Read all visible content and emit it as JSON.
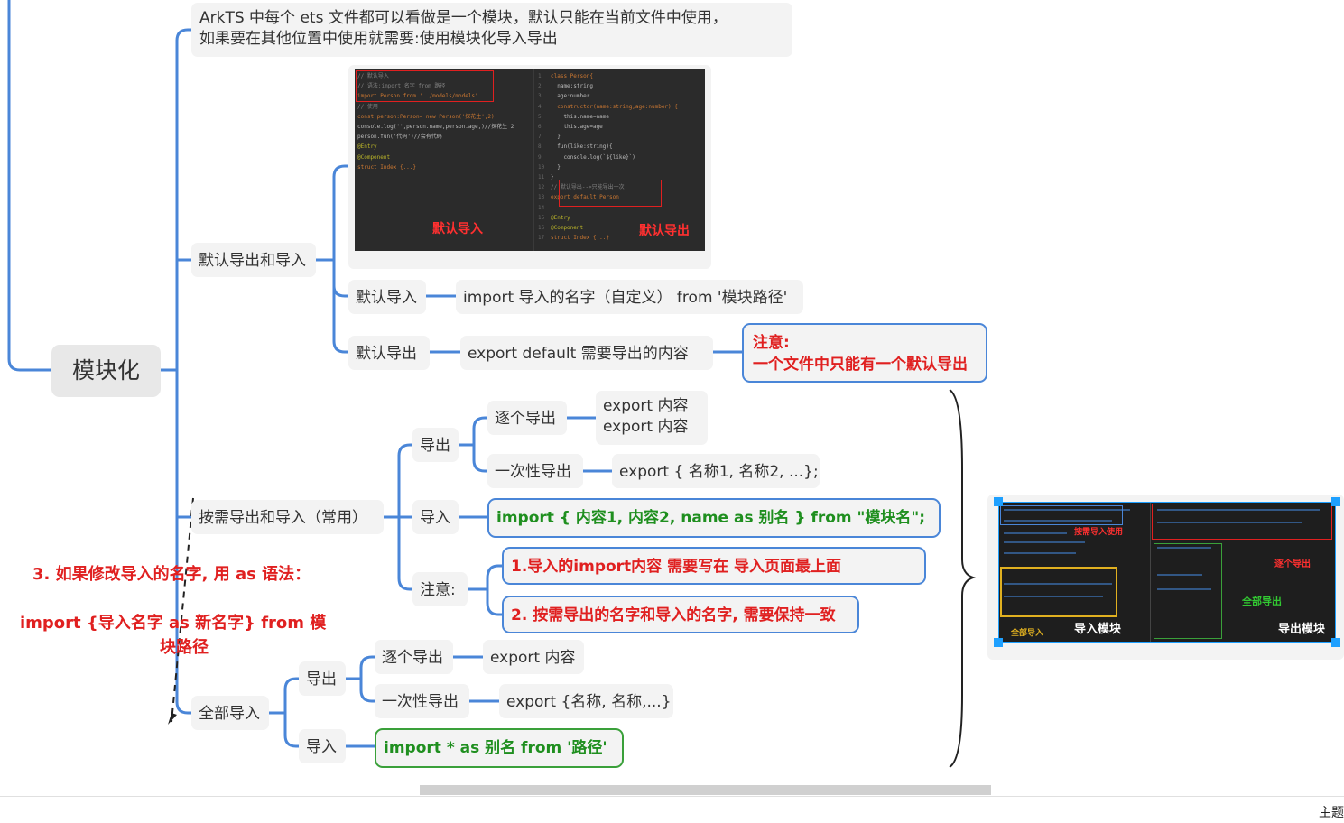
{
  "root": {
    "label": "模块化"
  },
  "intro": {
    "line1": "ArkTS 中每个 ets 文件都可以看做是一个模块，默认只能在当前文件中使用，",
    "line2": "如果要在其他位置中使用就需要:使用模块化导入导出"
  },
  "default_section": {
    "label": "默认导出和导入",
    "screenshot": {
      "left_code": [
        "// 默认导入",
        "// 语法:import 名字 from 路径",
        "import Person from '../models/models'",
        "",
        "// 使用",
        "const person:Person= new Person('探花生',2)",
        "console.log('',person.name,person.age,)//探花生 2",
        "person.fun('代码')//会有代码",
        "",
        "",
        "",
        "",
        "",
        "",
        "@Entry",
        "@Component",
        "struct Index {...}"
      ],
      "right_code": [
        "class Person{",
        "  name:string",
        "  age:number",
        "  constructor(name:string,age:number) {",
        "    this.name=name",
        "    this.age=age",
        "  }",
        "  fun(like:string){",
        "    console.log(`${like}`)",
        "  }",
        "}",
        "// 默认导出-->只能导出一次",
        "export default Person",
        "",
        "@Entry",
        "@Component",
        "struct Index {...}"
      ],
      "left_caption": "默认导入",
      "right_caption": "默认导出"
    },
    "import_label": "默认导入",
    "import_syntax": "import 导入的名字（自定义） from '模块路径'",
    "export_label": "默认导出",
    "export_syntax": "export default   需要导出的内容",
    "note_title": "注意:",
    "note_text": "一个文件中只能有一个默认导出"
  },
  "ondemand_section": {
    "label": "按需导出和导入（常用）",
    "export_label": "导出",
    "each_export_label": "逐个导出",
    "each_export_line1": "export 内容",
    "each_export_line2": "export 内容",
    "once_export_label": "一次性导出",
    "once_export_syntax": "export { 名称1, 名称2, ...};",
    "import_label": "导入",
    "import_syntax": "import { 内容1, 内容2, name  as 别名 } from \"模块名\";",
    "note_label": "注意:",
    "note1": "1.导入的import内容   需要写在  导入页面最上面",
    "note2": "2. 按需导出的名字和导入的名字, 需要保持一致",
    "floating_note_line1": "3. 如果修改导入的名字, 用 as 语法：",
    "floating_note_line2": "import {导入名字   as   新名字} from  模",
    "floating_note_line3": "块路径",
    "screenshot": {
      "left_caption": "导入模块",
      "right_caption": "导出模块",
      "tag_each": "逐个导出",
      "tag_all": "全部导出",
      "tag_import": "按需导入使用",
      "tag_all_import": "全部导入"
    }
  },
  "all_section": {
    "label": "全部导入",
    "export_label": "导出",
    "each_export_label": "逐个导出",
    "each_export_syntax": "export 内容",
    "once_export_label": "一次性导出",
    "once_export_syntax": "export {名称, 名称,...}",
    "import_label": "导入",
    "import_syntax": "import  *  as 别名  from '路径'"
  },
  "status_corner": "主题",
  "colors": {
    "branch": "#4a86d8",
    "red": "#e02020",
    "green": "#1f8f1f",
    "node_bg": "#f3f3f3"
  }
}
